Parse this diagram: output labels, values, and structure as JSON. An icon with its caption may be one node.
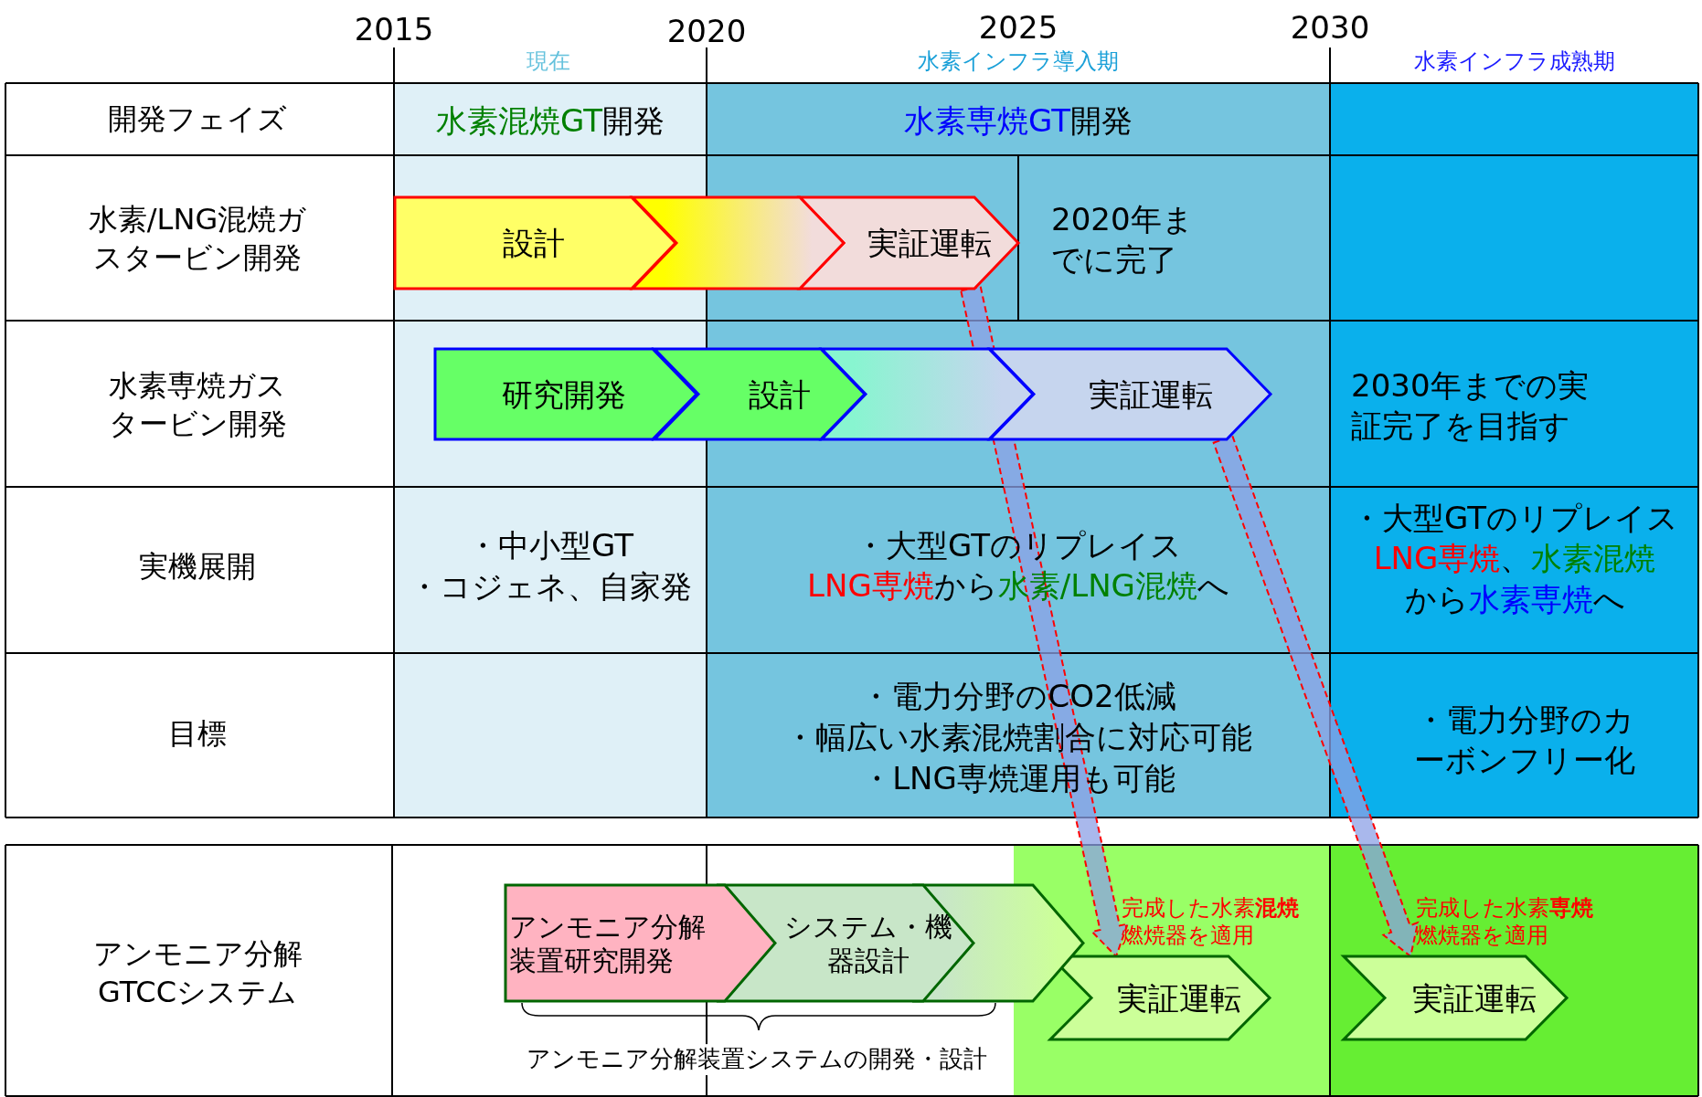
{
  "diagram": {
    "nodes": [
      {
        "text": [
          "設計"
        ]
      },
      {
        "text": [],
        "shape": "chevron"
      },
      {
        "text": [
          "実証運転"
        ]
      },
      {
        "text": [
          "研究開発"
        ]
      },
      {
        "text": [
          "設計"
        ]
      },
      {
        "text": [],
        "shape": "chevron"
      },
      {
        "text": [
          "実証運転"
        ]
      },
      {
        "text": [
          "アンモニア分解装置研究開発"
        ]
      },
      {
        "text": [
          "システム・機器設計"
        ]
      },
      {
        "text": [],
        "shape": "chevron"
      },
      {
        "text": [
          "実証運転"
        ],
        "beside": [
          "完成した水素**混焼**燃焼器を適用"
        ]
      },
      {
        "text": [
          "実証運転"
        ],
        "beside": [
          "完成した水素**専焼**燃焼器を適用"
        ]
      }
    ],
    "edges": [
      {
        "from": 2,
        "to": 10,
        "arrow": "to",
        "style": "dashed",
        "color": "#ff0000"
      },
      {
        "from": 6,
        "to": 11,
        "arrow": "to",
        "style": "dashed",
        "color": "#ff0000"
      }
    ],
    "labels": [
      "2015",
      "2020",
      "2025",
      "2030",
      "現在",
      "水素インフラ導入期",
      "水素インフラ成熟期",
      "開発フェイズ",
      "水素混焼GT",
      "開発",
      "水素専焼GT",
      "開発",
      "水素/LNG混焼ガスタービン開発",
      "2020年までに完了",
      "水素専焼ガスタービン開発",
      "2030年までの実証完了を目指す",
      "実機展開",
      "・中小型GT",
      "・コジェネ、自家発",
      "・大型GTのリプレイス",
      "LNG専焼",
      "から",
      "水素/LNG混焼",
      "へ",
      "・大型GTのリプレイス",
      "LNG専焼",
      "、",
      "水素混焼",
      "から",
      "水素専焼",
      "へ",
      "目標",
      "・電力分野のCO2低減",
      "・幅広い水素混焼割合に対応可能",
      "・LNG専焼運用も可能",
      "・電力分野のカーボンフリー化",
      "アンモニア分解GTCCシステム",
      "アンモニア分解装置システムの開発・設計"
    ]
  }
}
